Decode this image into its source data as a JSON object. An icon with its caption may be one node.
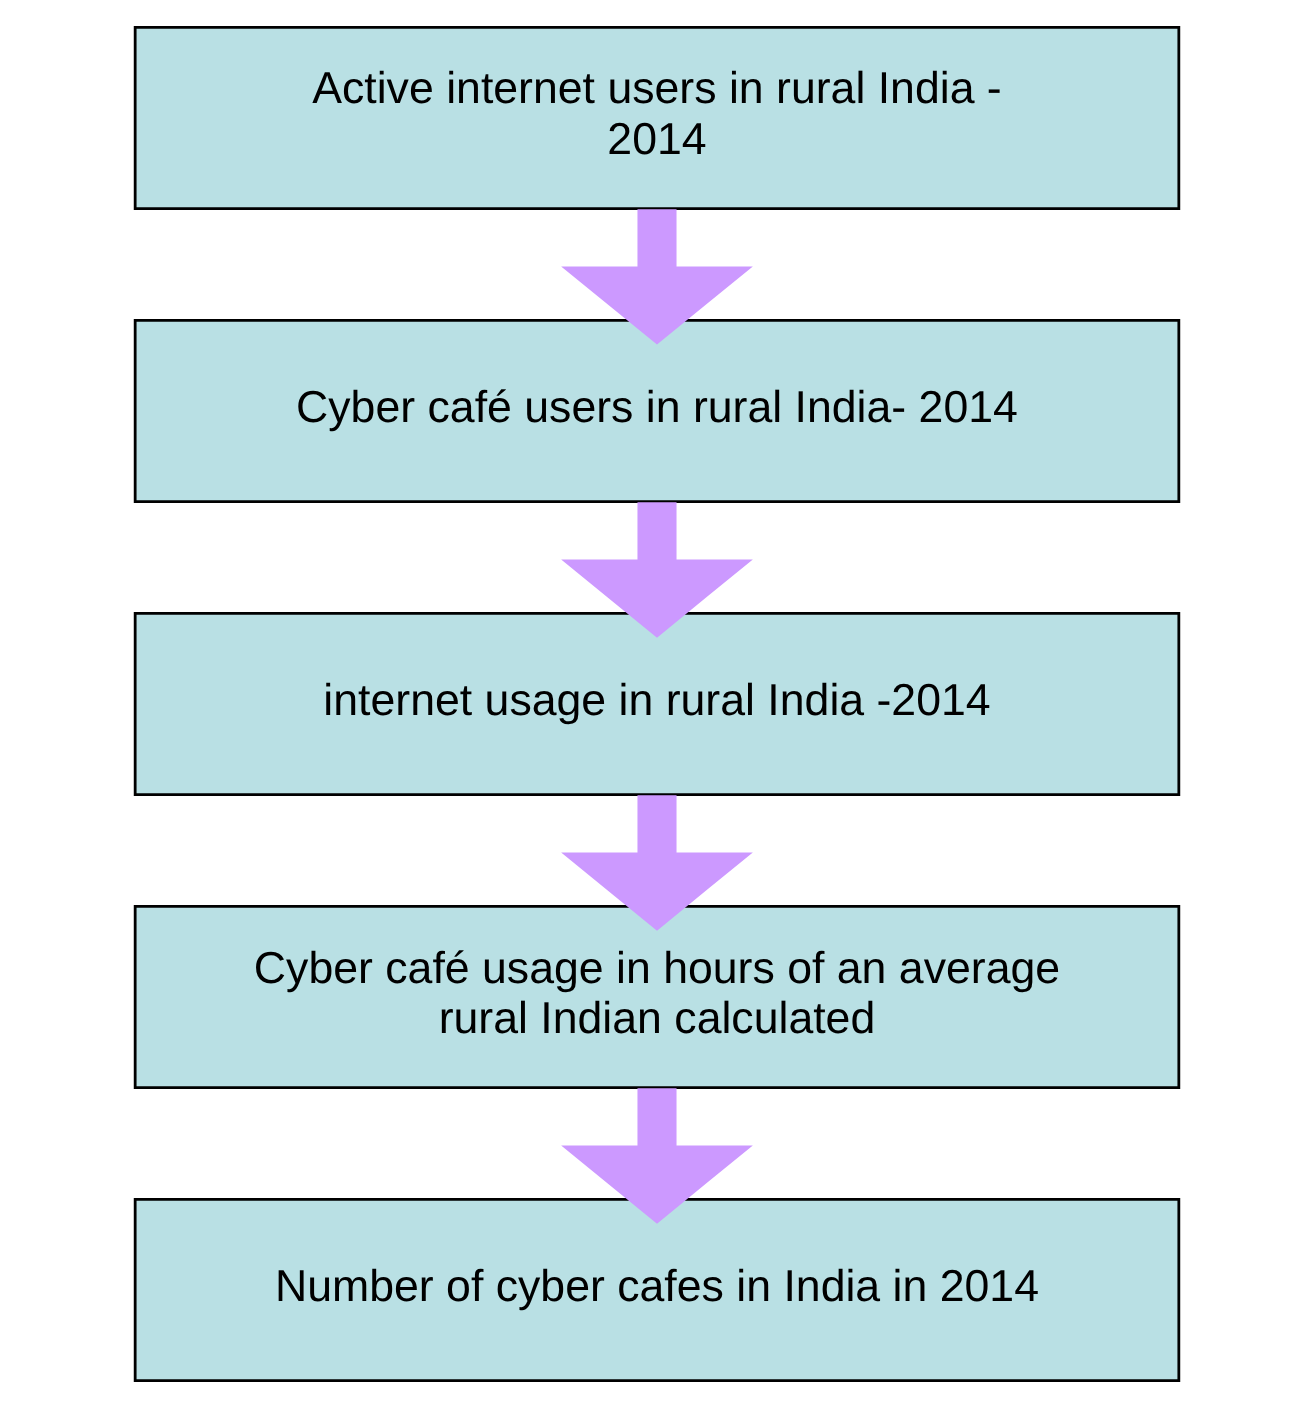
{
  "diagram": {
    "nodes": [
      {
        "text": [
          "Active internet users in rural India - 2014"
        ]
      },
      {
        "text": [
          "Cyber café users in rural India- 2014"
        ]
      },
      {
        "text": [
          "internet usage in rural India -2014"
        ]
      },
      {
        "text": [
          "Cyber café usage in hours of an average rural Indian calculated"
        ]
      },
      {
        "text": [
          "Number of cyber cafes in India in 2014"
        ]
      }
    ],
    "edges": [
      {
        "from": 0,
        "to": 1,
        "arrow": "to"
      },
      {
        "from": 1,
        "to": 2,
        "arrow": "to"
      },
      {
        "from": 2,
        "to": 3,
        "arrow": "to"
      },
      {
        "from": 3,
        "to": 4,
        "arrow": "to"
      }
    ]
  }
}
